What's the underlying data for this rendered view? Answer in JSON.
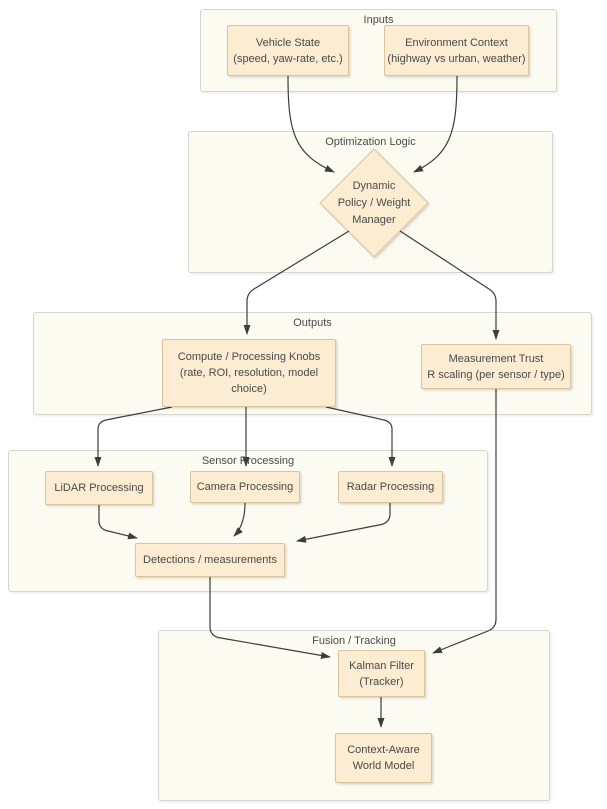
{
  "diagram": {
    "groups": {
      "inputs": {
        "label": "Inputs"
      },
      "optimization": {
        "label": "Optimization Logic"
      },
      "outputs": {
        "label": "Outputs"
      },
      "sensor": {
        "label": "Sensor Processing"
      },
      "fusion": {
        "label": "Fusion / Tracking"
      }
    },
    "nodes": {
      "vehicle_state": {
        "label": "Vehicle State\n(speed, yaw-rate, etc.)",
        "shape": "rect",
        "group": "inputs"
      },
      "environment_context": {
        "label": "Environment Context\n(highway vs urban, weather)",
        "shape": "rect",
        "group": "inputs"
      },
      "policy_manager": {
        "label": "Dynamic\nPolicy / Weight\nManager",
        "shape": "diamond",
        "group": "optimization"
      },
      "compute_knobs": {
        "label": "Compute / Processing Knobs\n(rate, ROI, resolution, model\nchoice)",
        "shape": "rect",
        "group": "outputs"
      },
      "measurement_trust": {
        "label": "Measurement Trust\nR scaling (per sensor / type)",
        "shape": "rect",
        "group": "outputs"
      },
      "lidar": {
        "label": "LiDAR Processing",
        "shape": "rect",
        "group": "sensor"
      },
      "camera": {
        "label": "Camera Processing",
        "shape": "rect",
        "group": "sensor"
      },
      "radar": {
        "label": "Radar Processing",
        "shape": "rect",
        "group": "sensor"
      },
      "detections": {
        "label": "Detections / measurements",
        "shape": "rect",
        "group": "sensor"
      },
      "kalman_filter": {
        "label": "Kalman Filter\n(Tracker)",
        "shape": "rect",
        "group": "fusion"
      },
      "world_model": {
        "label": "Context-Aware\nWorld Model",
        "shape": "rect",
        "group": "fusion"
      }
    },
    "edges": [
      {
        "from": "vehicle_state",
        "to": "policy_manager"
      },
      {
        "from": "environment_context",
        "to": "policy_manager"
      },
      {
        "from": "policy_manager",
        "to": "compute_knobs"
      },
      {
        "from": "policy_manager",
        "to": "measurement_trust"
      },
      {
        "from": "compute_knobs",
        "to": "lidar"
      },
      {
        "from": "compute_knobs",
        "to": "camera"
      },
      {
        "from": "compute_knobs",
        "to": "radar"
      },
      {
        "from": "lidar",
        "to": "detections"
      },
      {
        "from": "camera",
        "to": "detections"
      },
      {
        "from": "radar",
        "to": "detections"
      },
      {
        "from": "detections",
        "to": "kalman_filter"
      },
      {
        "from": "measurement_trust",
        "to": "kalman_filter"
      },
      {
        "from": "kalman_filter",
        "to": "world_model"
      }
    ],
    "colors": {
      "node_fill": "#fbecd2",
      "node_border": "#d9c49c",
      "group_fill": "#fcfbf2",
      "group_border": "#d6d6cd",
      "text": "#4a4a4a",
      "edge": "#3d3d3d",
      "background": "#ffffff"
    }
  }
}
